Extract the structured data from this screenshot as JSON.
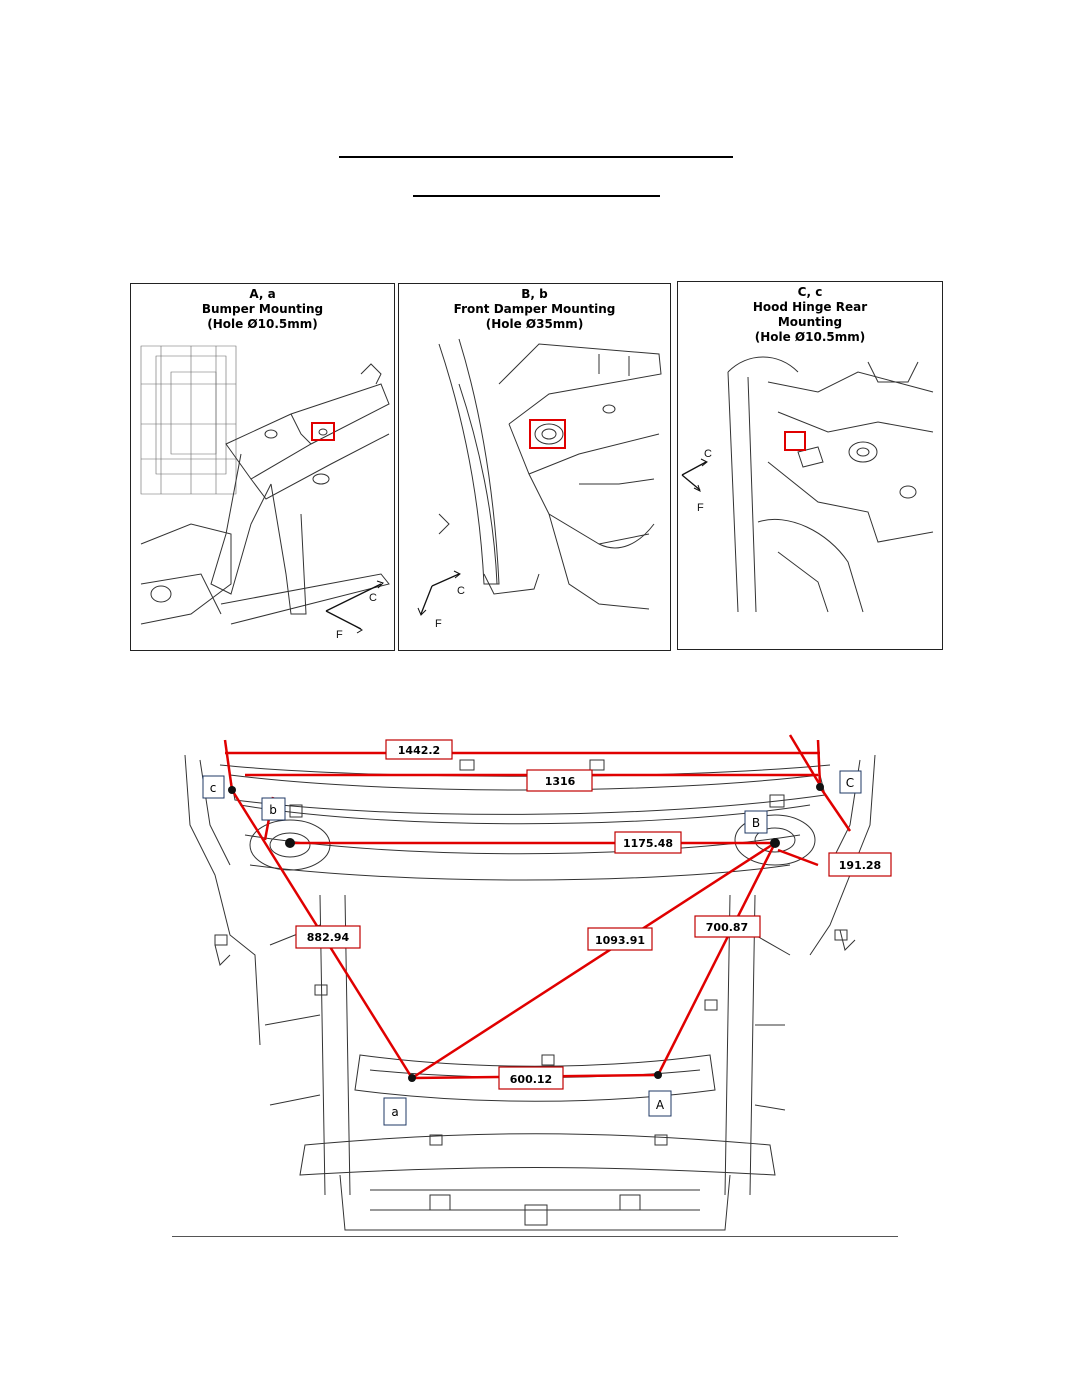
{
  "panels": [
    {
      "title_lines": [
        "A, a",
        "Bumper Mounting",
        "(Hole Ø10.5mm)"
      ],
      "axis": [
        "C",
        "F"
      ]
    },
    {
      "title_lines": [
        "B, b",
        "Front Damper Mounting",
        "(Hole Ø35mm)"
      ],
      "axis": [
        "C",
        "F"
      ]
    },
    {
      "title_lines": [
        "C, c",
        "Hood Hinge Rear",
        "Mounting",
        "(Hole Ø10.5mm)"
      ],
      "axis": [
        "C",
        "F"
      ]
    }
  ],
  "dimensions": {
    "d1442": "1442.2",
    "d1316": "1316",
    "d1175": "1175.48",
    "d191": "191.28",
    "d700": "700.87",
    "d1093": "1093.91",
    "d882": "882.94",
    "d600": "600.12"
  },
  "points": {
    "c": "c",
    "C": "C",
    "b": "b",
    "B": "B",
    "a": "a",
    "A": "A"
  },
  "colors": {
    "highlight": "#e00000",
    "line": "#333333"
  }
}
